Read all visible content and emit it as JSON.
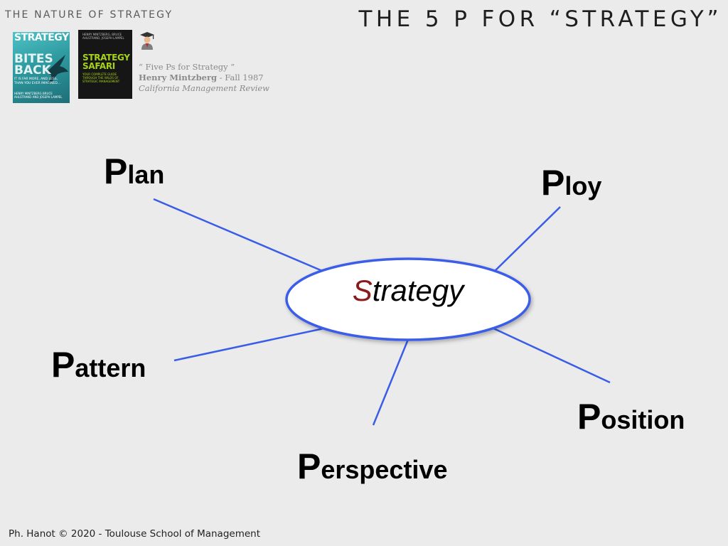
{
  "header": {
    "section_label": "THE NATURE OF STRATEGY",
    "title": "THE 5 P FOR “STRATEGY”"
  },
  "books": {
    "book1": {
      "title": "STRATEGY",
      "subtitle": "BITES BACK",
      "tagline": "IT IS FAR MORE, AND LESS, THAN YOU EVER IMAGINED...",
      "authors": "HENRY MINTZBERG BRUCE AHLSTRAND AND JOSEPH LAMPEL"
    },
    "book2": {
      "authors": "HENRY MINTZBERG, BRUCE AHLSTRAND, JOSEPH LAMPEL",
      "title": "STRATEGY SAFARI",
      "tagline": "YOUR COMPLETE GUIDE THROUGH THE WILDS OF STRATEGIC MANAGEMENT"
    }
  },
  "reference": {
    "quote": "“ Five Ps for Strategy ”",
    "author": "Henry Mintzberg",
    "date": " - Fall 1987",
    "journal": "California Management Review"
  },
  "diagram": {
    "center": {
      "first_letter": "S",
      "rest": "trategy"
    },
    "nodes": {
      "plan": {
        "first": "P",
        "rest": "lan"
      },
      "ploy": {
        "first": "P",
        "rest": "loy"
      },
      "pattern": {
        "first": "P",
        "rest": "attern"
      },
      "position": {
        "first": "P",
        "rest": "osition"
      },
      "perspective": {
        "first": "P",
        "rest": "erspective"
      }
    },
    "colors": {
      "connector": "#3a5de8",
      "ellipse_stroke": "#3a5de8",
      "ellipse_fill": "#ffffff",
      "center_accent": "#8b1a1a"
    }
  },
  "footer": {
    "text": "Ph. Hanot © 2020  -  Toulouse School of Management"
  }
}
